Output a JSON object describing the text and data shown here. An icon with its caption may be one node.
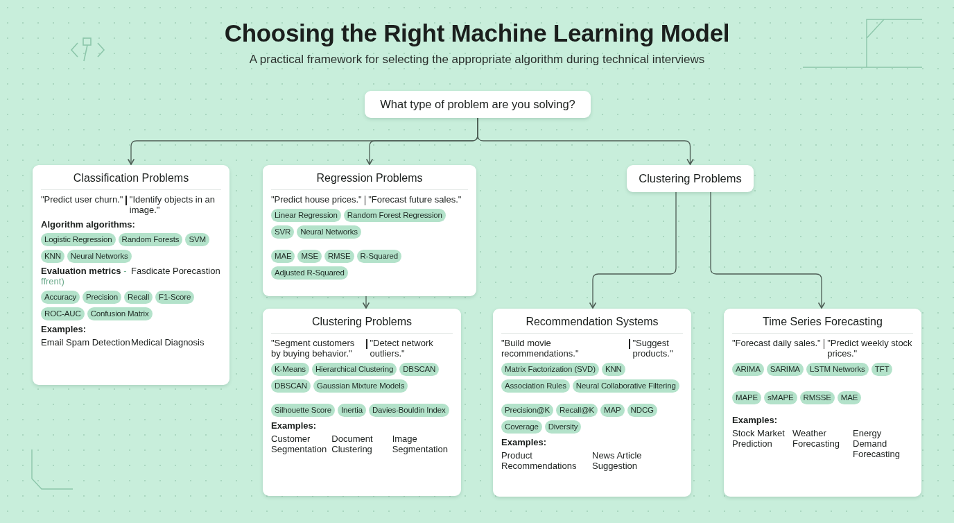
{
  "diagram": {
    "title": "Choosing the Right Machine Learning Model",
    "caption": "A practical framework for selecting the appropriate algorithm during technical interviews",
    "nodes": [
      {
        "text": [
          "What type of problem are you solving?"
        ]
      },
      {
        "text": [
          "Classification Problems",
          "\"Predict user churn.\"",
          "\"Identify objects in an image.\"",
          "Algorithm algorithms:",
          "Evaluation metrics",
          "-ffrent)",
          "Fasdicate Porecastion",
          "Examples:",
          "Email Spam Detection",
          "Medical Diagnosis"
        ]
      },
      {
        "text": [
          "Logistic Regression"
        ],
        "in": 1
      },
      {
        "text": [
          "Random Forests"
        ],
        "in": 1
      },
      {
        "text": [
          "SVM"
        ],
        "in": 1
      },
      {
        "text": [
          "KNN"
        ],
        "in": 1
      },
      {
        "text": [
          "Neural Networks"
        ],
        "in": 1
      },
      {
        "text": [
          "Accuracy"
        ],
        "in": 1
      },
      {
        "text": [
          "Precision"
        ],
        "in": 1
      },
      {
        "text": [
          "Recall"
        ],
        "in": 1
      },
      {
        "text": [
          "F1-Score"
        ],
        "in": 1
      },
      {
        "text": [
          "ROC-AUC"
        ],
        "in": 1
      },
      {
        "text": [
          "Confusion Matrix"
        ],
        "in": 1
      },
      {
        "text": [
          "Regression Problems",
          "\"Predict house prices.\"",
          "\"Forecast future sales.\""
        ]
      },
      {
        "text": [
          "Linear Regression"
        ],
        "in": 13
      },
      {
        "text": [
          "Random Forest Regression"
        ],
        "in": 13
      },
      {
        "text": [
          "SVR"
        ],
        "in": 13
      },
      {
        "text": [
          "Neural Networks"
        ],
        "in": 13
      },
      {
        "text": [
          "MAE"
        ],
        "in": 13
      },
      {
        "text": [
          "MSE"
        ],
        "in": 13
      },
      {
        "text": [
          "RMSE"
        ],
        "in": 13
      },
      {
        "text": [
          "R-Squared"
        ],
        "in": 13
      },
      {
        "text": [
          "Adjusted R-Squared"
        ],
        "in": 13
      },
      {
        "text": [
          "Clustering Problems"
        ]
      },
      {
        "text": [
          "Clustering Problems",
          "\"Segment customers by buying behavior.\"",
          "\"Detect network outliers.\"",
          "Examples:",
          "Customer Segmentation",
          "Document Clustering",
          "Image Segmentation"
        ]
      },
      {
        "text": [
          "K-Means"
        ],
        "in": 24
      },
      {
        "text": [
          "Hierarchical Clustering"
        ],
        "in": 24
      },
      {
        "text": [
          "DBSCAN"
        ],
        "in": 24
      },
      {
        "text": [
          "DBSCAN"
        ],
        "in": 24
      },
      {
        "text": [
          "Gaussian Mixture Models"
        ],
        "in": 24
      },
      {
        "text": [
          "Silhouette Score"
        ],
        "in": 24
      },
      {
        "text": [
          "Inertia"
        ],
        "in": 24
      },
      {
        "text": [
          "Davies-Bouldin Index"
        ],
        "in": 24
      },
      {
        "text": [
          "Recommendation Systems",
          "\"Build movie recommendations.\"",
          "\"Suggest products.\"",
          "Examples:",
          "Product Recommendations",
          "News Article Suggestion"
        ]
      },
      {
        "text": [
          "Matrix Factorization (SVD)"
        ],
        "in": 33
      },
      {
        "text": [
          "KNN"
        ],
        "in": 33
      },
      {
        "text": [
          "Association Rules"
        ],
        "in": 33
      },
      {
        "text": [
          "Neural Collaborative Filtering"
        ],
        "in": 33
      },
      {
        "text": [
          "Precision@K"
        ],
        "in": 33
      },
      {
        "text": [
          "Recall@K"
        ],
        "in": 33
      },
      {
        "text": [
          "MAP"
        ],
        "in": 33
      },
      {
        "text": [
          "NDCG"
        ],
        "in": 33
      },
      {
        "text": [
          "Coverage"
        ],
        "in": 33
      },
      {
        "text": [
          "Diversity"
        ],
        "in": 33
      },
      {
        "text": [
          "Time Series Forecasting",
          "\"Forecast daily sales.\"",
          "\"Predict weekly stock prices.\"",
          "Examples:",
          "Stock Market Prediction",
          "Weather Forecasting",
          "Energy Demand Forecasting"
        ]
      },
      {
        "text": [
          "ARIMA"
        ],
        "in": 44
      },
      {
        "text": [
          "SARIMA"
        ],
        "in": 44
      },
      {
        "text": [
          "LSTM Networks"
        ],
        "in": 44
      },
      {
        "text": [
          "TFT"
        ],
        "in": 44
      },
      {
        "text": [
          "MAPE"
        ],
        "in": 44
      },
      {
        "text": [
          "sMAPE"
        ],
        "in": 44
      },
      {
        "text": [
          "RMSSE"
        ],
        "in": 44
      },
      {
        "text": [
          "MAE"
        ],
        "in": 44
      }
    ],
    "edges": [
      {
        "from": 0,
        "to": 1,
        "arrow": "to"
      },
      {
        "from": 0,
        "to": 13,
        "arrow": "to"
      },
      {
        "from": 0,
        "to": 23,
        "arrow": "to"
      },
      {
        "from": 13,
        "to": 24,
        "arrow": "to"
      },
      {
        "from": 23,
        "to": 33,
        "arrow": "to"
      },
      {
        "from": 23,
        "to": 44,
        "arrow": "to"
      }
    ]
  }
}
